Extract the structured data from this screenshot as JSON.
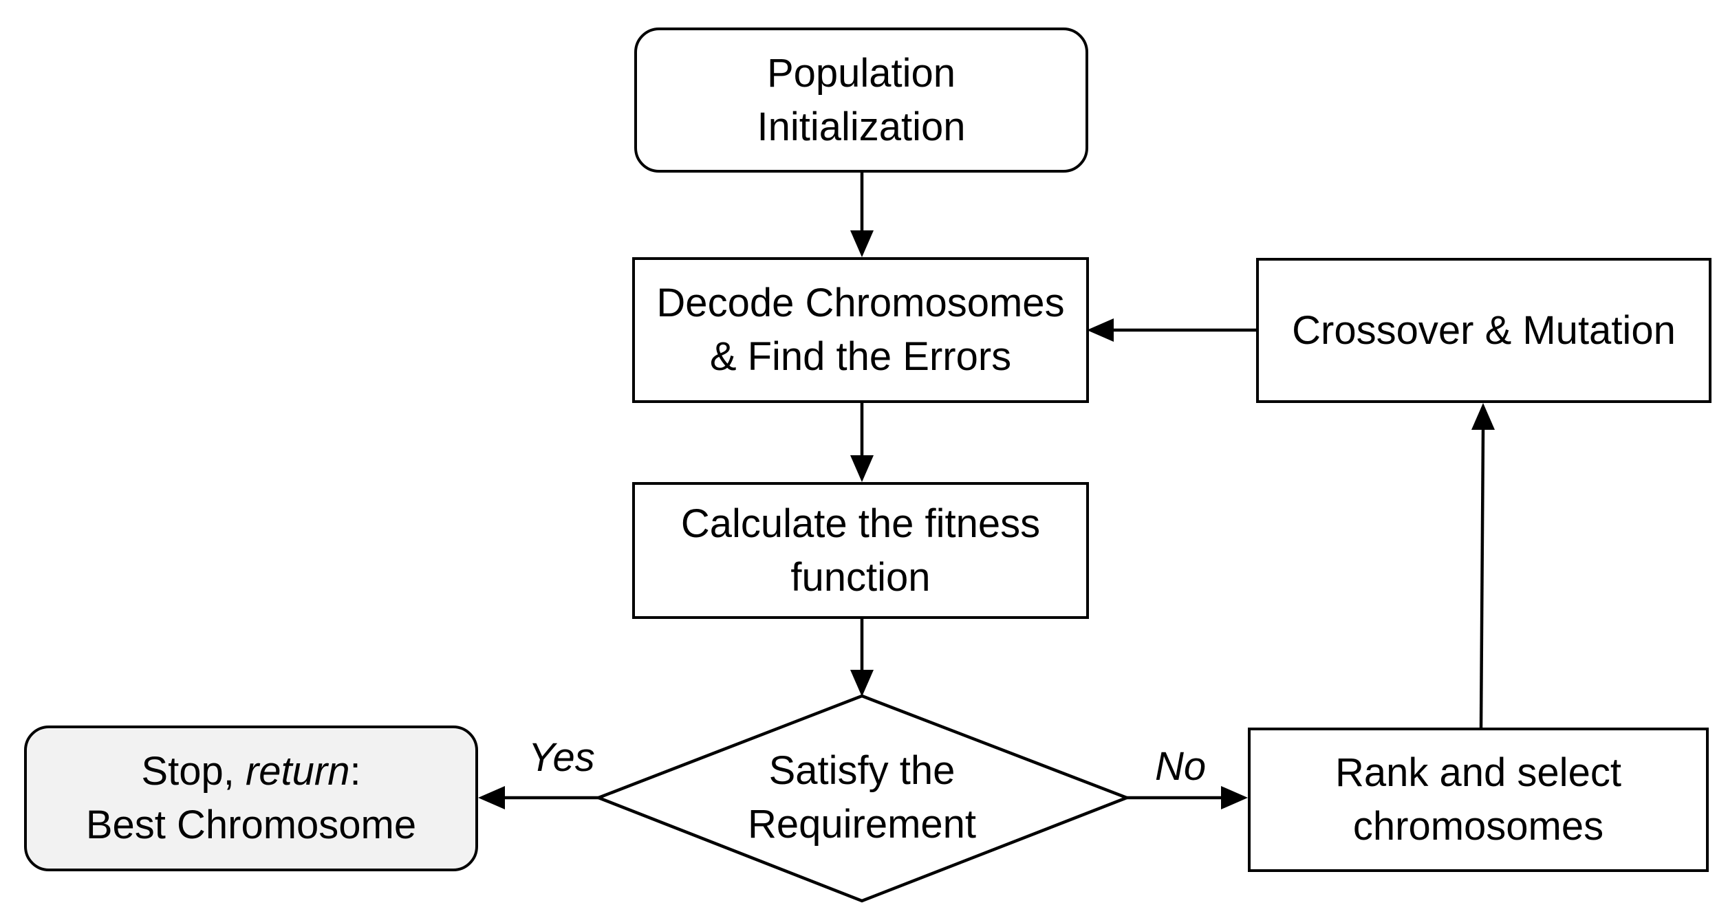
{
  "nodes": {
    "population_init": {
      "line1": "Population",
      "line2": "Initialization"
    },
    "decode": {
      "line1": "Decode Chromosomes",
      "line2": "& Find the Errors"
    },
    "fitness": {
      "line1": "Calculate the fitness",
      "line2": "function"
    },
    "decision": {
      "line1": "Satisfy the",
      "line2": "Requirement"
    },
    "stop": {
      "line1_prefix": "Stop, ",
      "line1_italic": "return",
      "line1_suffix": ":",
      "line2": "Best Chromosome"
    },
    "rank": {
      "line1": "Rank and select",
      "line2": "chromosomes"
    },
    "crossover": {
      "line1": "Crossover & Mutation"
    }
  },
  "edges": {
    "yes_label": "Yes",
    "no_label": "No"
  }
}
